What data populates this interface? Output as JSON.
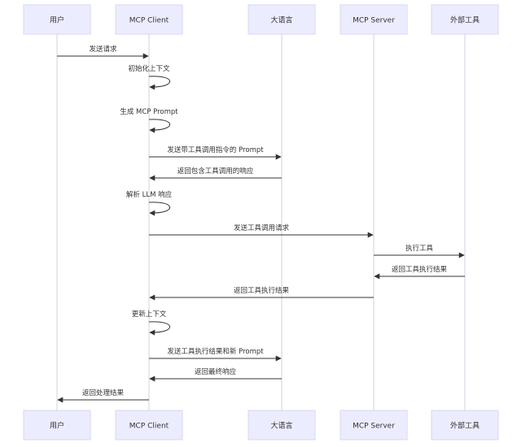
{
  "participants": [
    {
      "id": "user",
      "label": "用户"
    },
    {
      "id": "client",
      "label": "MCP Client"
    },
    {
      "id": "llm",
      "label": "大语言"
    },
    {
      "id": "server",
      "label": "MCP Server"
    },
    {
      "id": "tool",
      "label": "外部工具"
    }
  ],
  "messages": [
    {
      "from": "user",
      "to": "client",
      "text": "发送请求"
    },
    {
      "from": "client",
      "to": "client",
      "text": "初始化上下文"
    },
    {
      "from": "client",
      "to": "client",
      "text": "生成 MCP Prompt"
    },
    {
      "from": "client",
      "to": "llm",
      "text": "发送带工具调用指令的 Prompt"
    },
    {
      "from": "llm",
      "to": "client",
      "text": "返回包含工具调用的响应"
    },
    {
      "from": "client",
      "to": "client",
      "text": "解析 LLM 响应"
    },
    {
      "from": "client",
      "to": "server",
      "text": "发送工具调用请求"
    },
    {
      "from": "server",
      "to": "tool",
      "text": "执行工具"
    },
    {
      "from": "tool",
      "to": "server",
      "text": "返回工具执行结果"
    },
    {
      "from": "server",
      "to": "client",
      "text": "返回工具执行结果"
    },
    {
      "from": "client",
      "to": "client",
      "text": "更新上下文"
    },
    {
      "from": "client",
      "to": "llm",
      "text": "发送工具执行结果和新 Prompt"
    },
    {
      "from": "llm",
      "to": "client",
      "text": "返回最终响应"
    },
    {
      "from": "client",
      "to": "user",
      "text": "返回处理结果"
    }
  ]
}
